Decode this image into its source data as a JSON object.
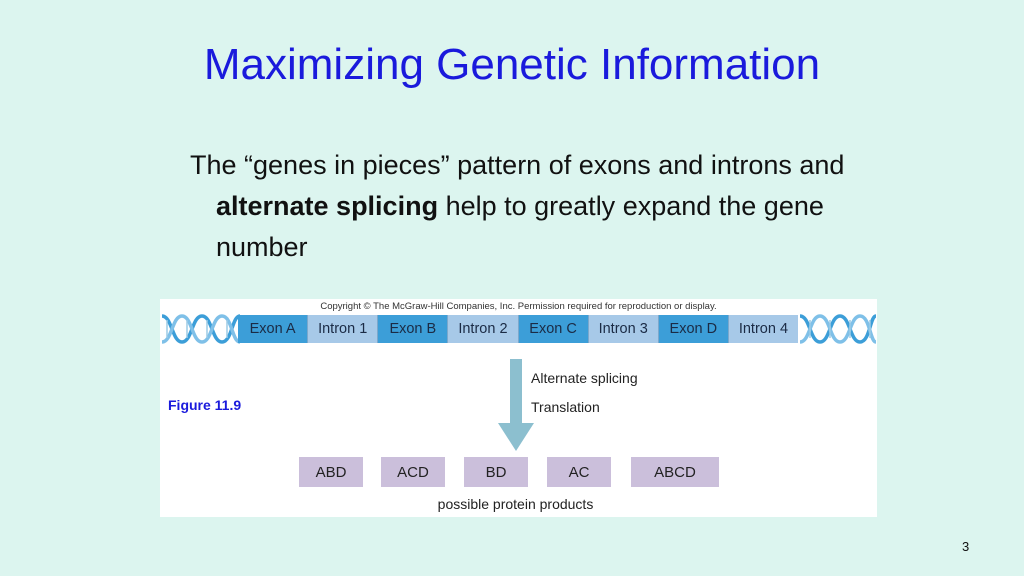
{
  "slide": {
    "title": "Maximizing Genetic Information",
    "bullet": {
      "part1": "The “genes in pieces” pattern of exons and introns and ",
      "bold": "alternate splicing",
      "part2": " help to greatly expand the gene number"
    },
    "page_number": "3"
  },
  "figure": {
    "copyright": "Copyright © The McGraw-Hill Companies, Inc. Permission required for reproduction or display.",
    "label": "Figure 11.9",
    "gene_segments": [
      {
        "label": "Exon A",
        "kind": "exon"
      },
      {
        "label": "Intron 1",
        "kind": "intron"
      },
      {
        "label": "Exon B",
        "kind": "exon"
      },
      {
        "label": "Intron 2",
        "kind": "intron"
      },
      {
        "label": "Exon C",
        "kind": "exon"
      },
      {
        "label": "Intron 3",
        "kind": "intron"
      },
      {
        "label": "Exon D",
        "kind": "exon"
      },
      {
        "label": "Intron 4",
        "kind": "intron"
      }
    ],
    "steps": [
      "Alternate splicing",
      "Translation"
    ],
    "products": [
      "ABD",
      "ACD",
      "BD",
      "AC",
      "ABCD"
    ],
    "products_caption": "possible protein products",
    "colors": {
      "exon": "#3c9ed8",
      "intron": "#a7c9e8",
      "product": "#cbbfdb",
      "arrow": "#8cbfcf",
      "title": "#1a1adc"
    }
  }
}
